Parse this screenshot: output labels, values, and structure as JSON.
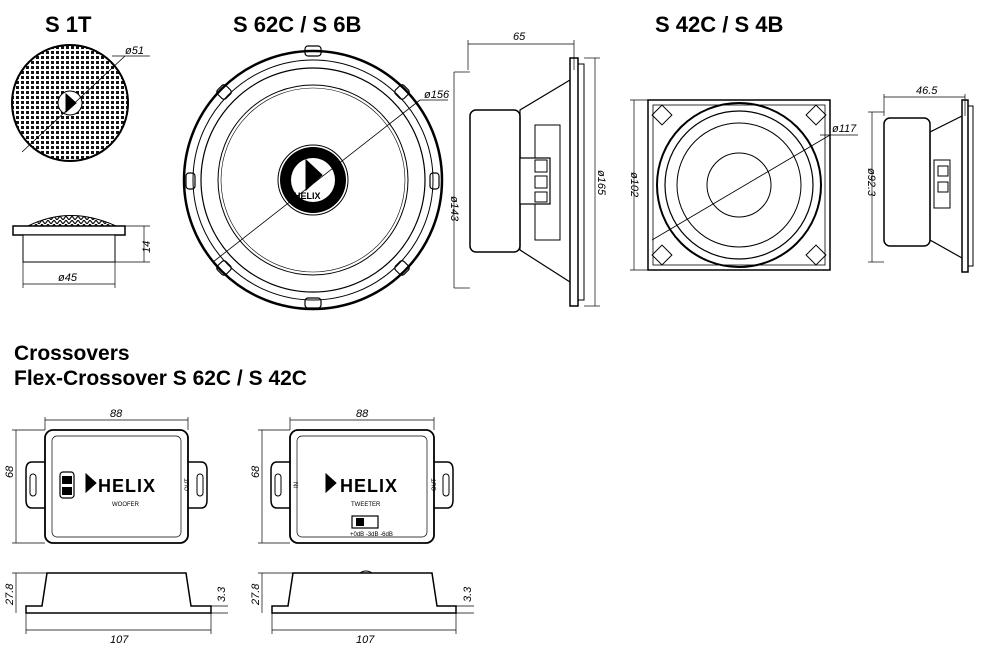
{
  "headings": {
    "s1t": "S 1T",
    "s62c": "S 62C / S 6B",
    "s42c": "S 42C / S 4B",
    "crossovers": "Crossovers",
    "flex": "Flex-Crossover S 62C / S 42C"
  },
  "dimensions": {
    "s1t_dia_front": "ø51",
    "s1t_dia_side": "ø45",
    "s1t_height": "14",
    "s62_outer": "ø156",
    "s62_depth": "65",
    "s62_inner": "ø143",
    "s62_frame": "ø165",
    "s42_outer": "ø117",
    "s42_depth": "46.5",
    "s42_front": "ø102",
    "s42_inner": "ø92.3",
    "xo_width": "88",
    "xo_height": "68",
    "xo_length": "107",
    "xo_side_height": "27.8",
    "xo_flange": "3.3"
  },
  "labels": {
    "brand": "HELIX",
    "woofer": "WOOFER",
    "tweeter": "TWEETER",
    "in": "IN",
    "out": "OUT",
    "switch": "+0dB -3dB -6dB"
  }
}
